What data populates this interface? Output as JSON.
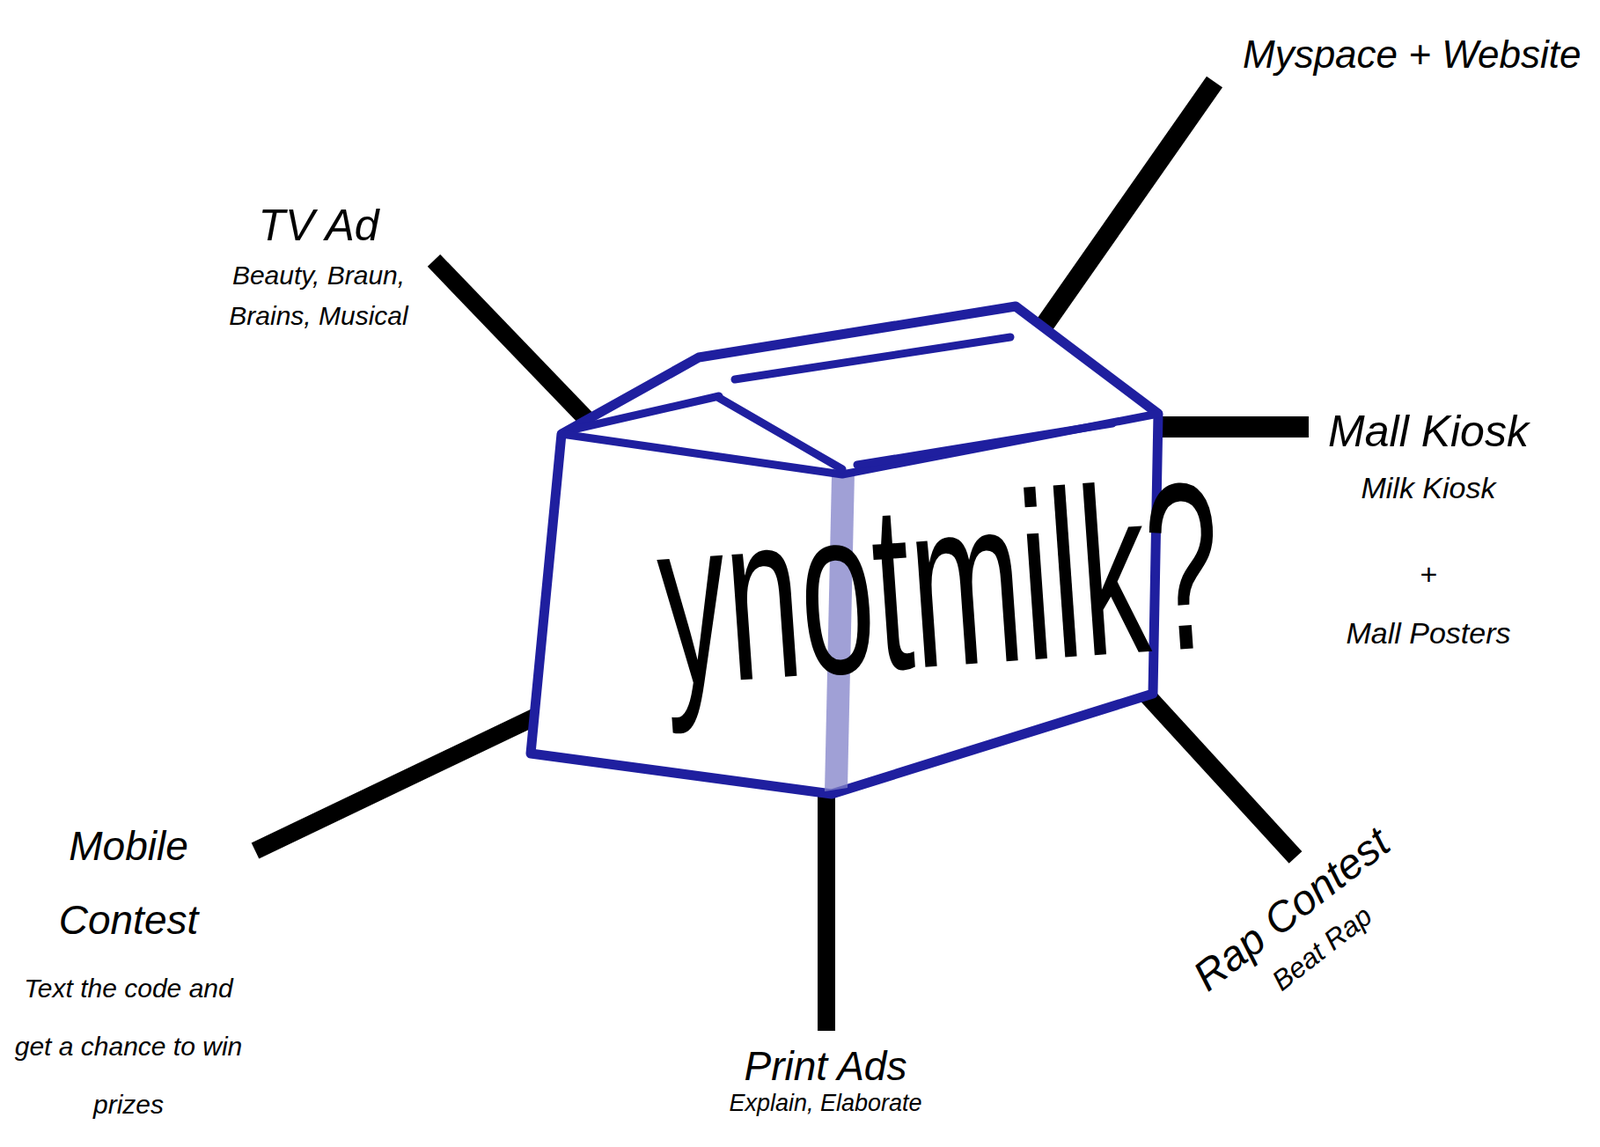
{
  "diagram": {
    "nodes": [
      {
        "text": [
          "ynotmilk?"
        ]
      },
      {
        "text": [
          "TV Ad",
          "Beauty, Braun, Brains, Musical"
        ]
      },
      {
        "text": [
          "Myspace + Website"
        ]
      },
      {
        "text": [
          "Mall Kiosk",
          "Milk Kiosk",
          "+",
          "Mall Posters"
        ]
      },
      {
        "text": [
          "Mobile Contest",
          "Text the code and get a chance to win prizes"
        ]
      },
      {
        "text": [
          "Rap Contest",
          "Beat Rap"
        ]
      },
      {
        "text": [
          "Print Ads",
          "Explain, Elaborate"
        ]
      }
    ],
    "edges": [
      {
        "from": 0,
        "to": 1,
        "arrow": "none"
      },
      {
        "from": 0,
        "to": 2,
        "arrow": "none"
      },
      {
        "from": 0,
        "to": 3,
        "arrow": "none"
      },
      {
        "from": 0,
        "to": 4,
        "arrow": "none"
      },
      {
        "from": 0,
        "to": 5,
        "arrow": "none"
      },
      {
        "from": 0,
        "to": 6,
        "arrow": "none"
      }
    ]
  }
}
